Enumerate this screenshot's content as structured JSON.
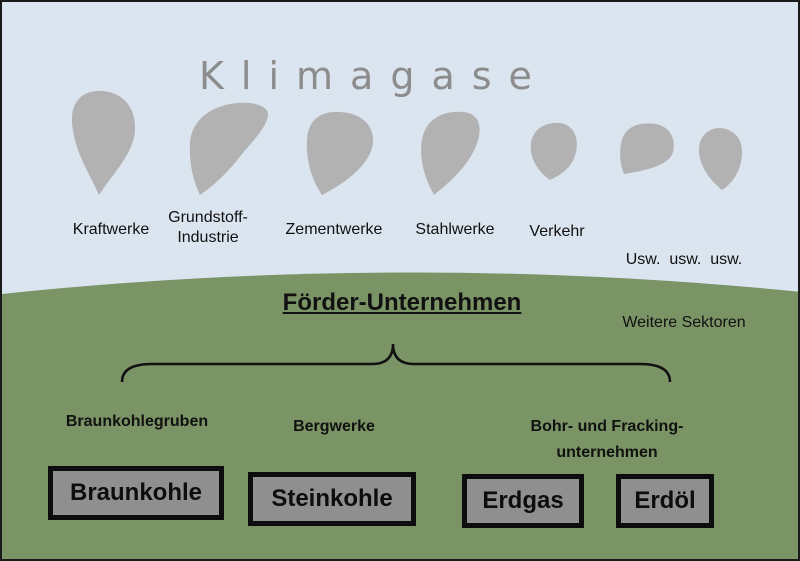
{
  "title": "Klimagase",
  "colors": {
    "sky": "#dbe5f0",
    "ground": "#7a9465",
    "smoke": "#b2b2b2",
    "title_text": "#8c8c8c",
    "box_fill": "#8f8f8f",
    "box_border": "#0d0d0d"
  },
  "sectors": [
    {
      "line1": "Kraftwerke",
      "line2": ""
    },
    {
      "line1": "Grundstoff-",
      "line2": "Industrie"
    },
    {
      "line1": "Zementwerke",
      "line2": ""
    },
    {
      "line1": "Stahlwerke",
      "line2": ""
    },
    {
      "line1": "Verkehr",
      "line2": ""
    },
    {
      "line1": "Usw.  usw.  usw.",
      "line2": "Weitere Sektoren"
    }
  ],
  "heading": "Förder-Unternehmen",
  "groups": [
    {
      "line1": "Braunkohlegruben",
      "line2": ""
    },
    {
      "line1": "Bergwerke",
      "line2": ""
    },
    {
      "line1": "Bohr- und Fracking-",
      "line2": "unternehmen"
    }
  ],
  "resources": [
    "Braunkohle",
    "Steinkohle",
    "Erdgas",
    "Erdöl"
  ]
}
